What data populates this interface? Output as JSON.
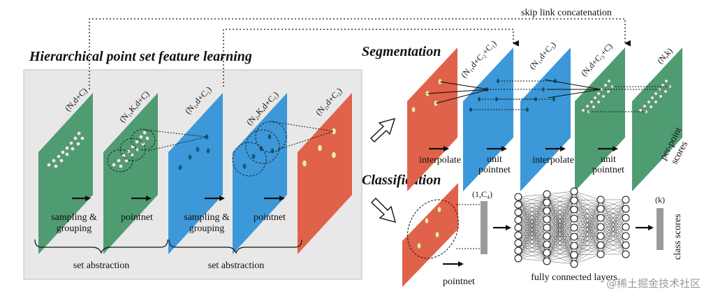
{
  "titles": {
    "hierarchical": "Hierarchical point set feature learning",
    "segmentation": "Segmentation",
    "classification": "Classification"
  },
  "top_label": "skip link concatenation",
  "abstraction": {
    "dims": [
      "(N,d+C)",
      "(N₁,K,d+C)",
      "(N₁,d+C₁)",
      "(N₂,K,d+C₁)",
      "(N₂,d+C₂)"
    ],
    "ops": [
      [
        "sampling &",
        "grouping"
      ],
      [
        "pointnet"
      ],
      [
        "sampling &",
        "grouping"
      ],
      [
        "pointnet"
      ]
    ],
    "braces": [
      "set abstraction",
      "set abstraction"
    ]
  },
  "segmentation": {
    "dims": [
      "(N₁,d+C₂+C₁)",
      "(N₁,d+C₃)",
      "(N,d+C₃+C)",
      "(N,k)"
    ],
    "ops": [
      [
        "interpolate"
      ],
      [
        "unit",
        "pointnet"
      ],
      [
        "interpolate"
      ],
      [
        "unit",
        "pointnet"
      ]
    ],
    "side_label": [
      "per-point",
      "scores"
    ]
  },
  "classification": {
    "op": "pointnet",
    "vector_dim": "(1,C₄)",
    "fc_label": "fully connected layers",
    "score_dim": "(k)",
    "score_label": "class scores"
  },
  "watermark": "@稀土掘金技术社区",
  "colors": {
    "green": "#4f9c73",
    "blue": "#3d98d9",
    "red": "#e0624a",
    "panel": "#e8e8e8"
  }
}
